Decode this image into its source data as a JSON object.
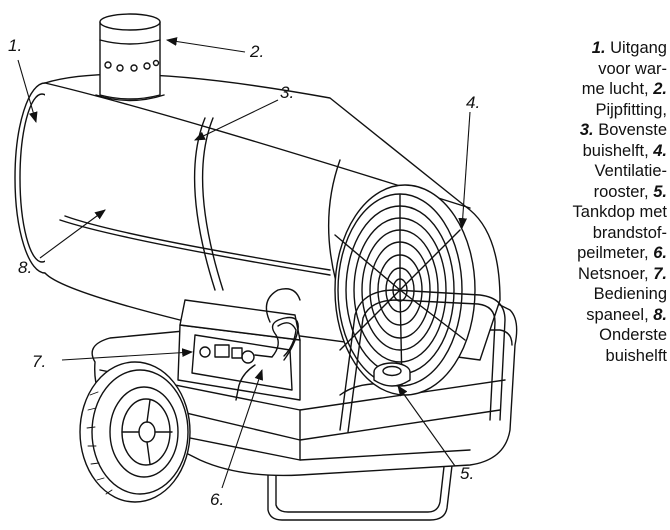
{
  "callouts": [
    "1.",
    "2.",
    "3.",
    "4.",
    "5.",
    "6.",
    "7.",
    "8."
  ],
  "legend_lines": [
    [
      {
        "num": "1.",
        "text": " Uitgang"
      }
    ],
    [
      {
        "num": "",
        "text": "voor war-"
      }
    ],
    [
      {
        "num": "",
        "text": "me lucht, "
      },
      {
        "num": "2.",
        "text": ""
      }
    ],
    [
      {
        "num": "",
        "text": "Pijpfitting,"
      }
    ],
    [
      {
        "num": "3.",
        "text": " Bovenste"
      }
    ],
    [
      {
        "num": "",
        "text": "buishelft, "
      },
      {
        "num": "4.",
        "text": ""
      }
    ],
    [
      {
        "num": "",
        "text": "Ventilatie-"
      }
    ],
    [
      {
        "num": "",
        "text": "rooster, "
      },
      {
        "num": "5.",
        "text": ""
      }
    ],
    [
      {
        "num": "",
        "text": "Tankdop met"
      }
    ],
    [
      {
        "num": "",
        "text": "brandstof-"
      }
    ],
    [
      {
        "num": "",
        "text": "peilmeter, "
      },
      {
        "num": "6.",
        "text": ""
      }
    ],
    [
      {
        "num": "",
        "text": "Netsnoer, "
      },
      {
        "num": "7.",
        "text": ""
      }
    ],
    [
      {
        "num": "",
        "text": "Bediening"
      }
    ],
    [
      {
        "num": "",
        "text": "spaneel, "
      },
      {
        "num": "8.",
        "text": ""
      }
    ],
    [
      {
        "num": "",
        "text": "Onderste"
      }
    ],
    [
      {
        "num": "",
        "text": "buishelft"
      }
    ]
  ]
}
